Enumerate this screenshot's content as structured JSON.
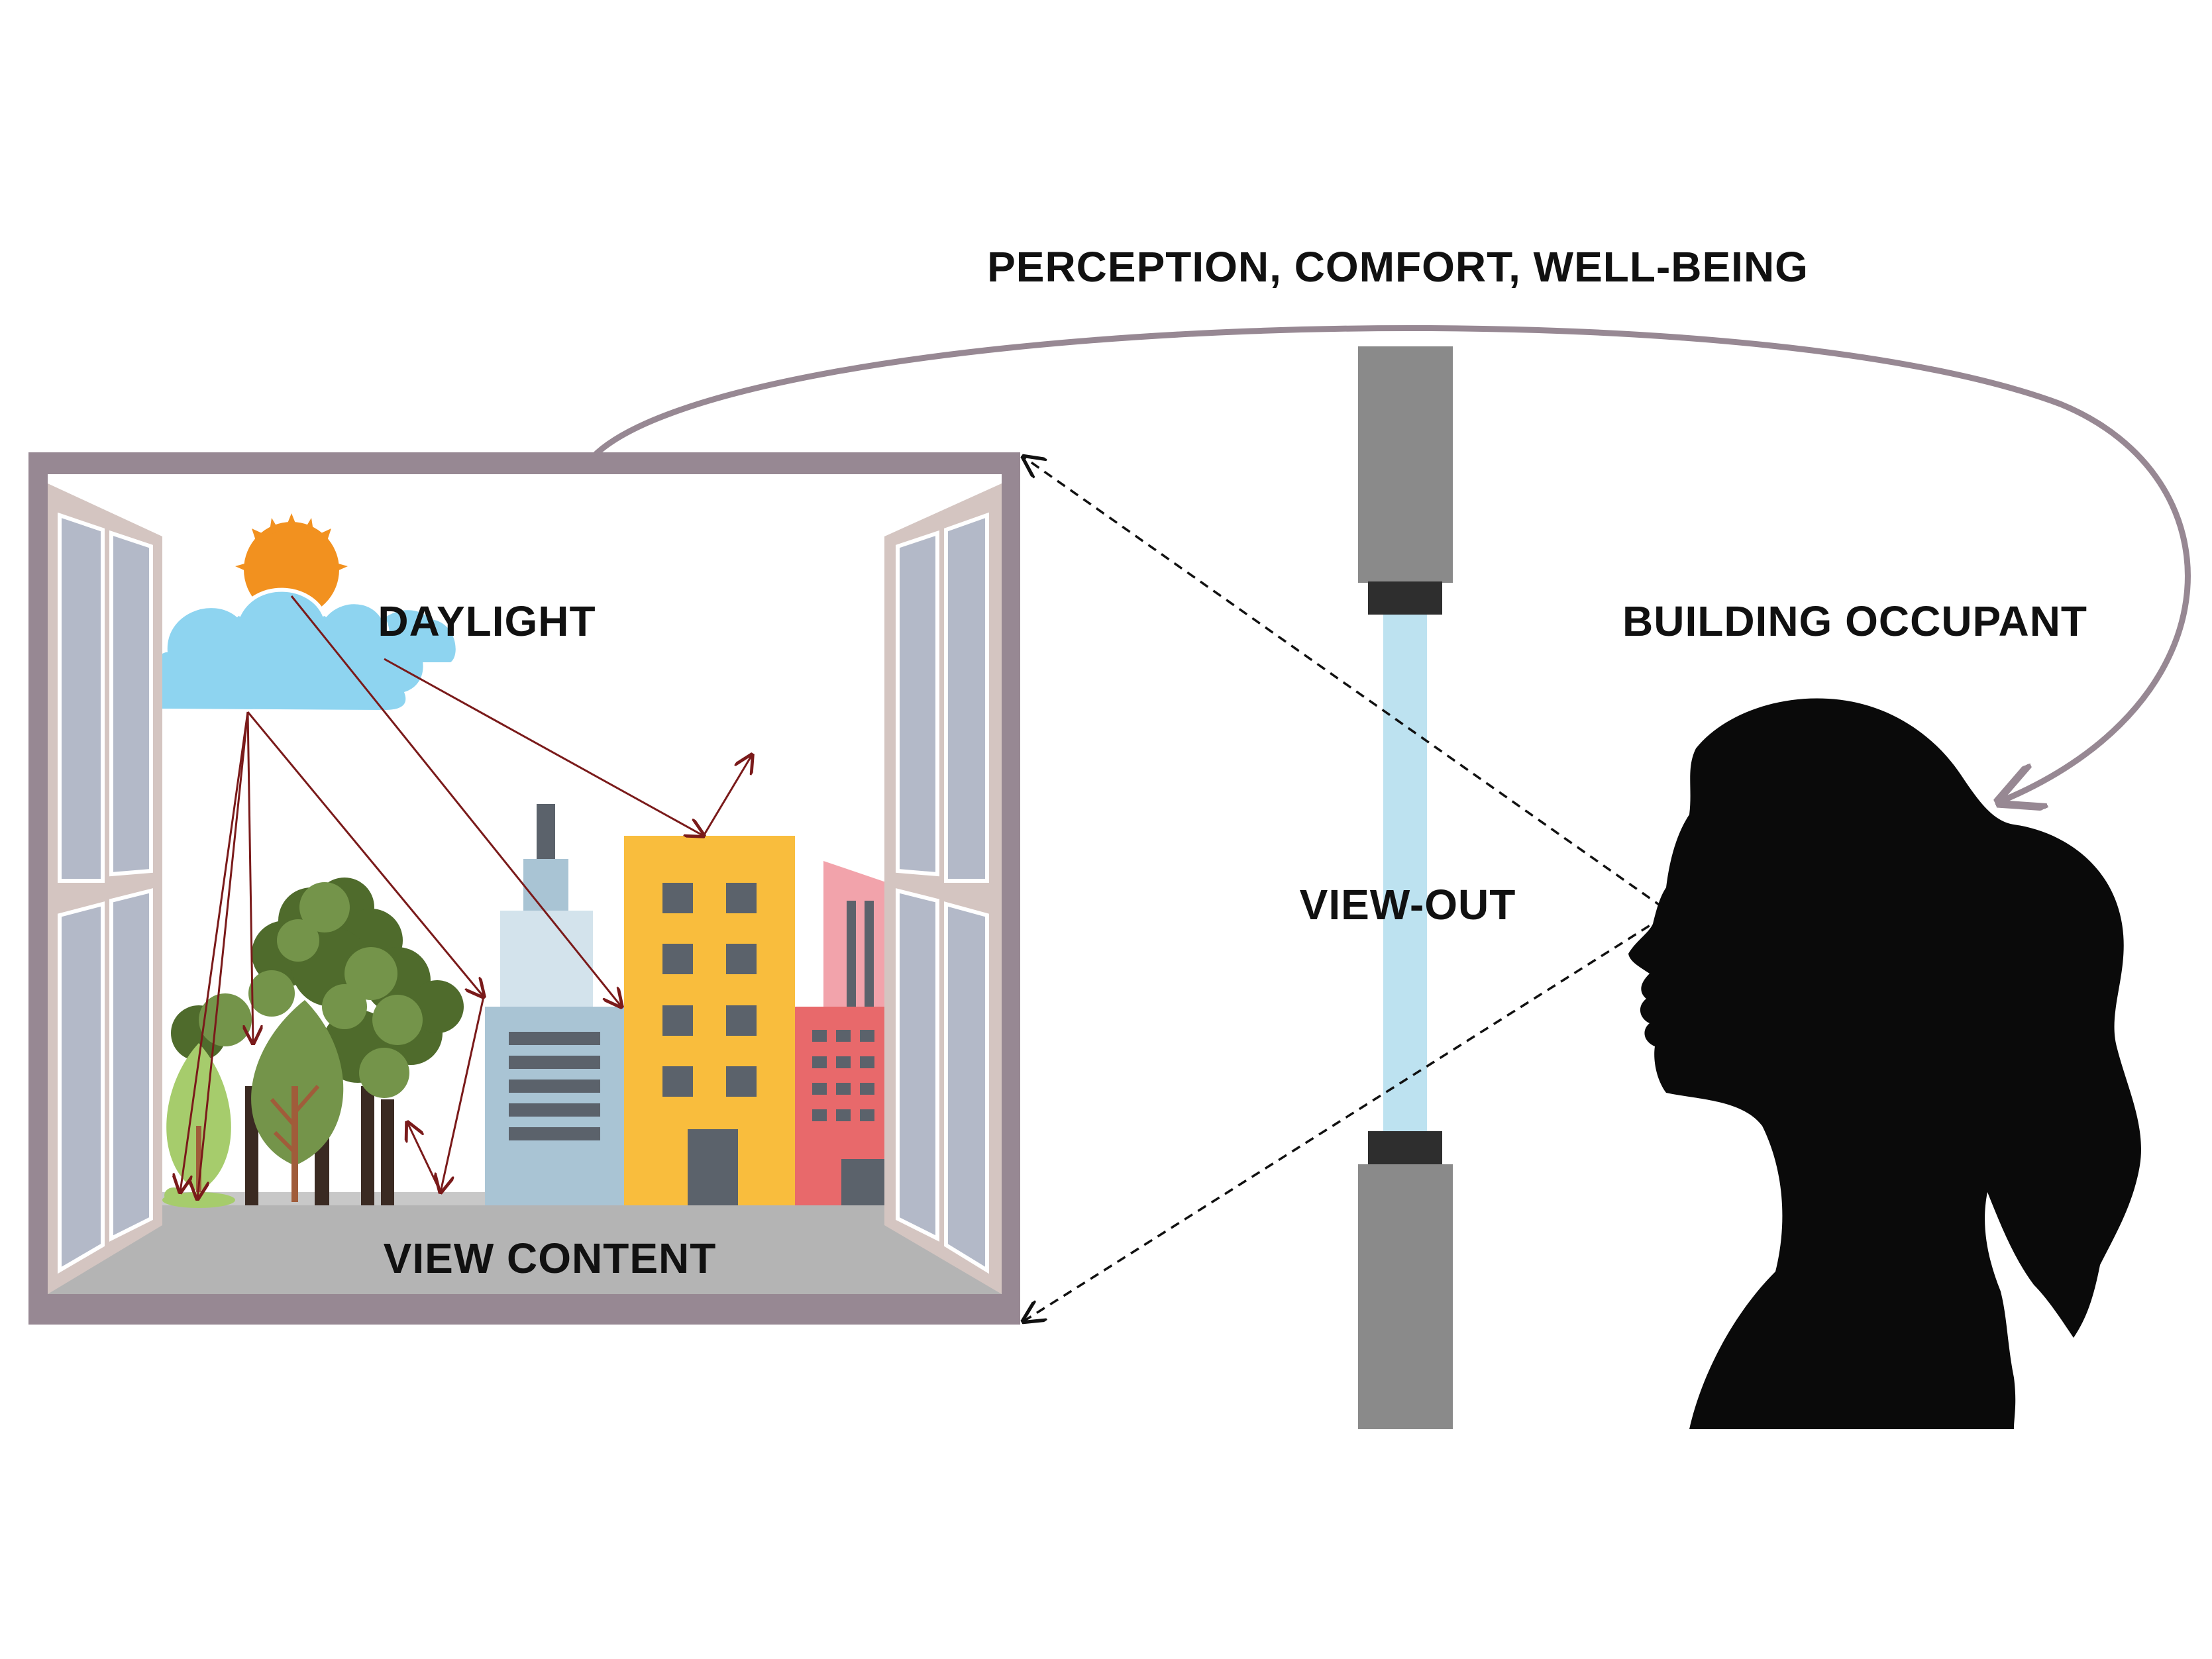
{
  "labels": {
    "top": "PERCEPTION, COMFORT, WELL-BEING",
    "daylight": "DAYLIGHT",
    "view_content": "VIEW CONTENT",
    "view_out": "VIEW-OUT",
    "occupant": "BUILDING OCCUPANT"
  },
  "colors": {
    "window_frame": "#978893",
    "sash": "#d4c5c1",
    "glass": "#b3b9c8",
    "sun": "#f2911f",
    "cloud": "#8ed4f0",
    "ray": "#7a1a1a",
    "ground": "#bcbcbc",
    "building_blue": "#a9c4d4",
    "building_yellow": "#f9bd3d",
    "building_red": "#e8696b",
    "building_pink": "#f2a3ab",
    "window_dark": "#5b626b",
    "tree_dark": "#4f6b2c",
    "tree_mid": "#74944a",
    "tree_light": "#a6cc6c",
    "trunk": "#3a2a22",
    "trunk_light": "#a05c3a",
    "wall_gray": "#8a8a8a",
    "wall_cap": "#2e2e2e",
    "pane_blue": "#bde2f0",
    "silhouette": "#0a0a0a"
  }
}
